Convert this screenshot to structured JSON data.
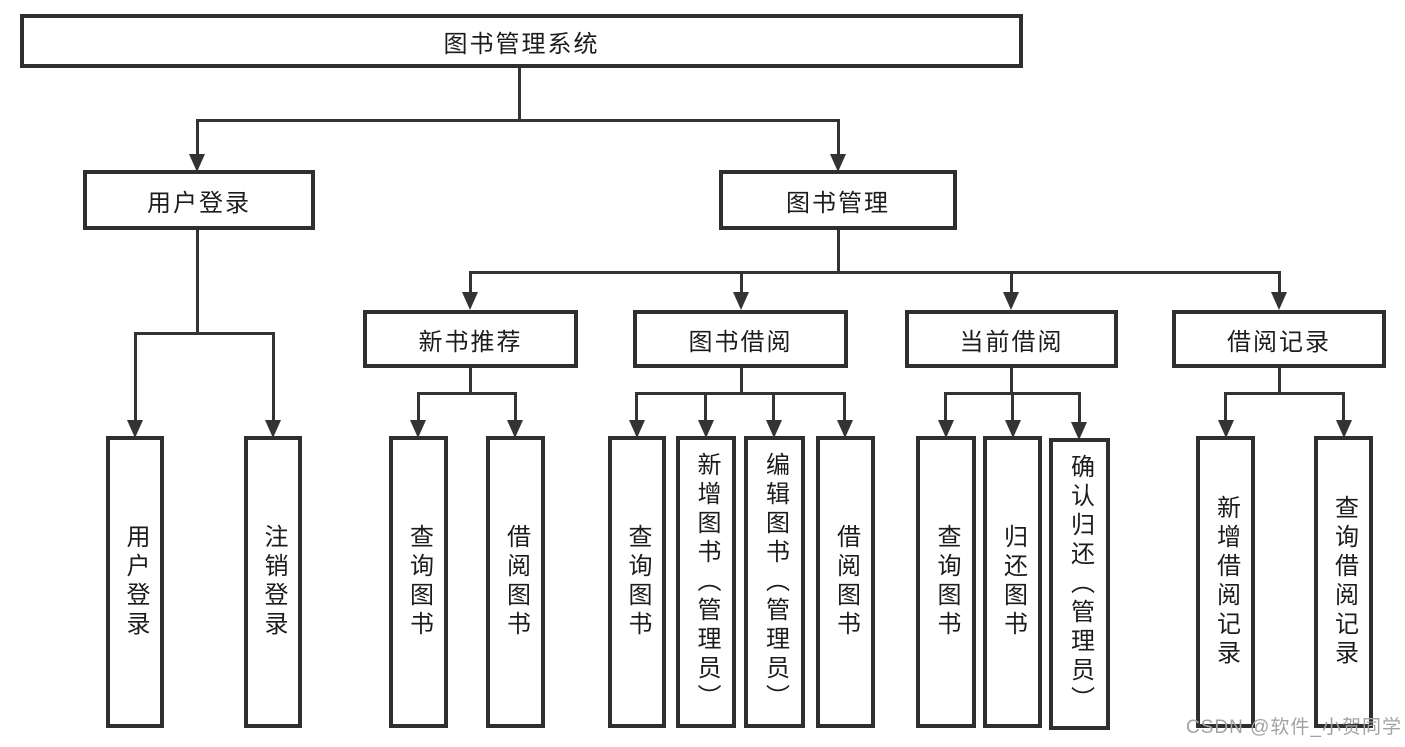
{
  "diagram_title": "图书管理系统",
  "colors": {
    "line": "#333333",
    "box_border": "#2f2f2f",
    "text": "#1c1c1c",
    "background": "#ffffff",
    "watermark": "#a3a3a3"
  },
  "root": {
    "label": "图书管理系统",
    "children": [
      {
        "label": "用户登录",
        "children": [
          {
            "label": "用户登录"
          },
          {
            "label": "注销登录"
          }
        ]
      },
      {
        "label": "图书管理",
        "children": [
          {
            "label": "新书推荐",
            "children": [
              {
                "label": "查询图书"
              },
              {
                "label": "借阅图书"
              }
            ]
          },
          {
            "label": "图书借阅",
            "children": [
              {
                "label": "查询图书"
              },
              {
                "label": "新增图书（管理员）"
              },
              {
                "label": "编辑图书（管理员）"
              },
              {
                "label": "借阅图书"
              }
            ]
          },
          {
            "label": "当前借阅",
            "children": [
              {
                "label": "查询图书"
              },
              {
                "label": "归还图书"
              },
              {
                "label": "确认归还（管理员）"
              }
            ]
          },
          {
            "label": "借阅记录",
            "children": [
              {
                "label": "新增借阅记录"
              },
              {
                "label": "查询借阅记录"
              }
            ]
          }
        ]
      }
    ]
  },
  "watermark": {
    "text": "CSDN @软件_小贺同学"
  }
}
